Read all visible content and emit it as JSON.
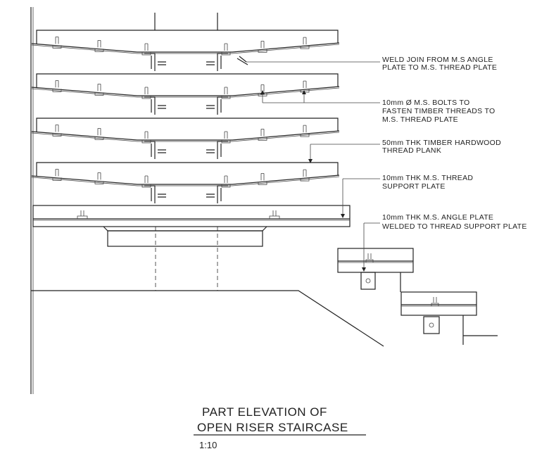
{
  "drawing": {
    "annotations": [
      {
        "lines": [
          "WELD JOIN FROM M.S ANGLE",
          "PLATE TO M.S. THREAD PLATE"
        ]
      },
      {
        "lines": [
          "10mm Ø M.S. BOLTS TO",
          "FASTEN TIMBER THREADS TO",
          "M.S. THREAD PLATE"
        ]
      },
      {
        "lines": [
          "50mm THK TIMBER HARDWOOD",
          "THREAD PLANK"
        ]
      },
      {
        "lines": [
          "10mm THK M.S. THREAD",
          "SUPPORT PLATE"
        ]
      },
      {
        "lines": [
          "10mm THK M.S. ANGLE PLATE",
          "WELDED TO THREAD SUPPORT PLATE"
        ]
      }
    ],
    "title": [
      "PART ELEVATION OF",
      "OPEN RISER STAIRCASE"
    ],
    "scale": "1:10",
    "tread_count": 4
  }
}
